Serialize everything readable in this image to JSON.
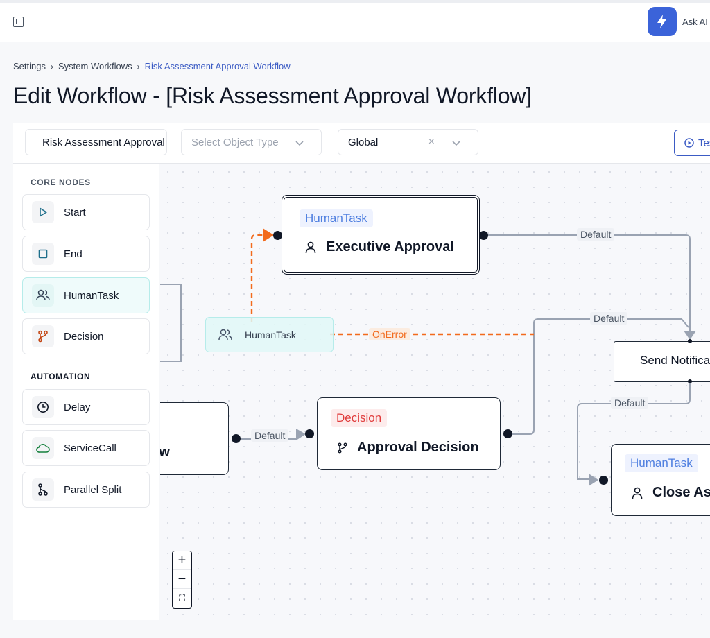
{
  "topbar": {
    "ask_ai_label": "Ask AI"
  },
  "breadcrumb": {
    "items": [
      "Settings",
      "System Workflows",
      "Risk Assessment Approval Workflow"
    ],
    "separator": "›"
  },
  "page_title": "Edit Workflow - [Risk Assessment Approval Workflow]",
  "toolbar": {
    "workflow_name": "Risk Assessment Approval Workflow",
    "object_type_placeholder": "Select Object Type",
    "scope_value": "Global",
    "clear_symbol": "×",
    "test_label": "Test"
  },
  "sidebar": {
    "core_label": "CORE NODES",
    "automation_label": "AUTOMATION",
    "core_nodes": [
      "Start",
      "End",
      "HumanTask",
      "Decision"
    ],
    "automation_nodes": [
      "Delay",
      "ServiceCall",
      "Parallel Split"
    ]
  },
  "canvas": {
    "nodes": {
      "executive": {
        "tag": "HumanTask",
        "title": "Executive Approval"
      },
      "decision": {
        "tag": "Decision",
        "title": "Approval Decision"
      },
      "review": {
        "title": "Review"
      },
      "send": {
        "title": "Send Notification"
      },
      "close": {
        "tag": "HumanTask",
        "title": "Close Assessment"
      }
    },
    "drag_ghost_label": "HumanTask",
    "edge_labels": {
      "exec_to_send": "Default",
      "decision_to_send": "Default",
      "review_to_decision": "Default",
      "send_to_close": "Default",
      "on_error": "OnError"
    }
  },
  "zoom_controls": [
    "+",
    "−",
    "⛶"
  ],
  "colors": {
    "accent": "#3b5bc4",
    "human_tag": "#4f7fe0",
    "decision_tag": "#e03b3b",
    "error_edge": "#f26b1d",
    "edge": "#9aa3b2",
    "active_node_bg": "#effbfb"
  }
}
